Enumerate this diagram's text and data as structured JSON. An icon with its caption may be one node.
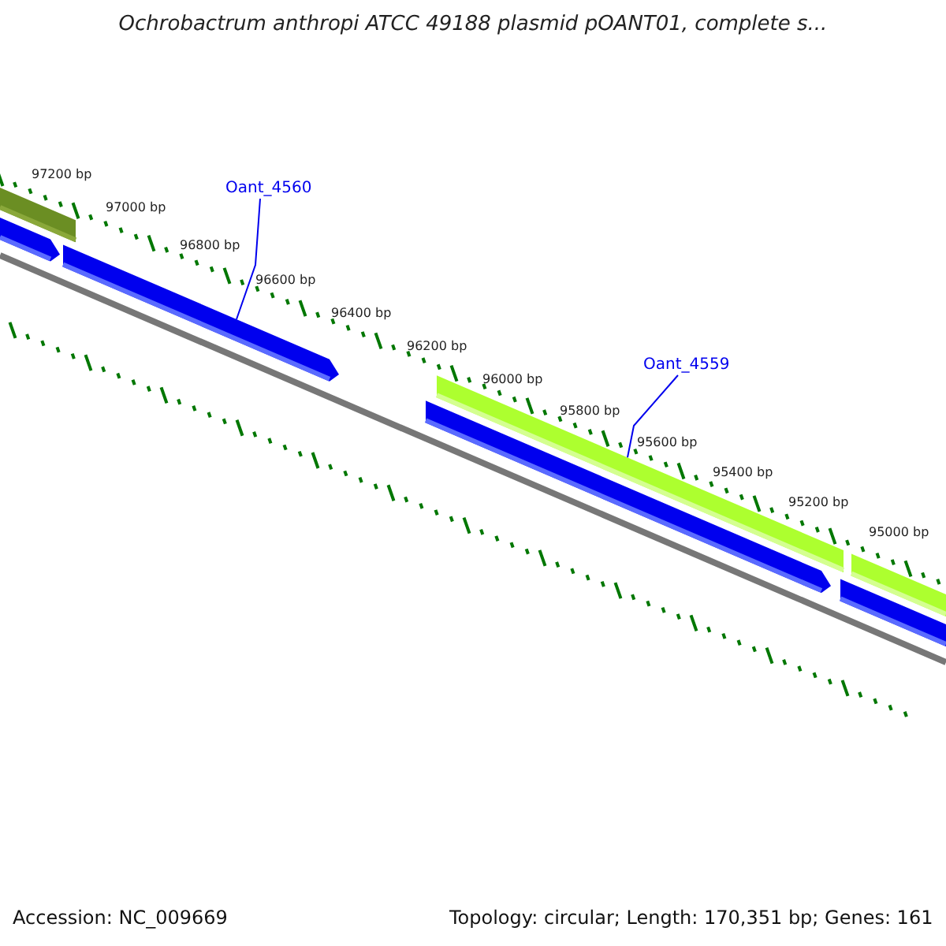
{
  "diagram": {
    "title": "Ochrobactrum anthropi ATCC 49188 plasmid pOANT01, complete s...",
    "nodes": [
      {
        "text": [
          "Oant_4560"
        ]
      },
      {
        "text": [
          "Oant_4559"
        ]
      },
      {
        "text": [],
        "shape": "bar"
      },
      {
        "text": [],
        "shape": "bar"
      },
      {
        "text": [],
        "shape": "bar"
      },
      {
        "text": [],
        "shape": "bar"
      },
      {
        "text": [],
        "shape": "bar"
      },
      {
        "text": [],
        "shape": "bar"
      },
      {
        "text": [],
        "shape": "bar"
      }
    ],
    "edges": [
      {
        "from": 0,
        "to": 4,
        "arrow": "none"
      },
      {
        "from": 1,
        "to": 5,
        "arrow": "none"
      }
    ],
    "labels": [
      "97200 bp",
      "97000 bp",
      "96800 bp",
      "96600 bp",
      "96400 bp",
      "96200 bp",
      "96000 bp",
      "95800 bp",
      "95600 bp",
      "95400 bp",
      "95200 bp",
      "95000 bp",
      "Accession: NC_009669",
      "Topology: circular; Length: 170,351 bp; Genes: 161"
    ]
  }
}
